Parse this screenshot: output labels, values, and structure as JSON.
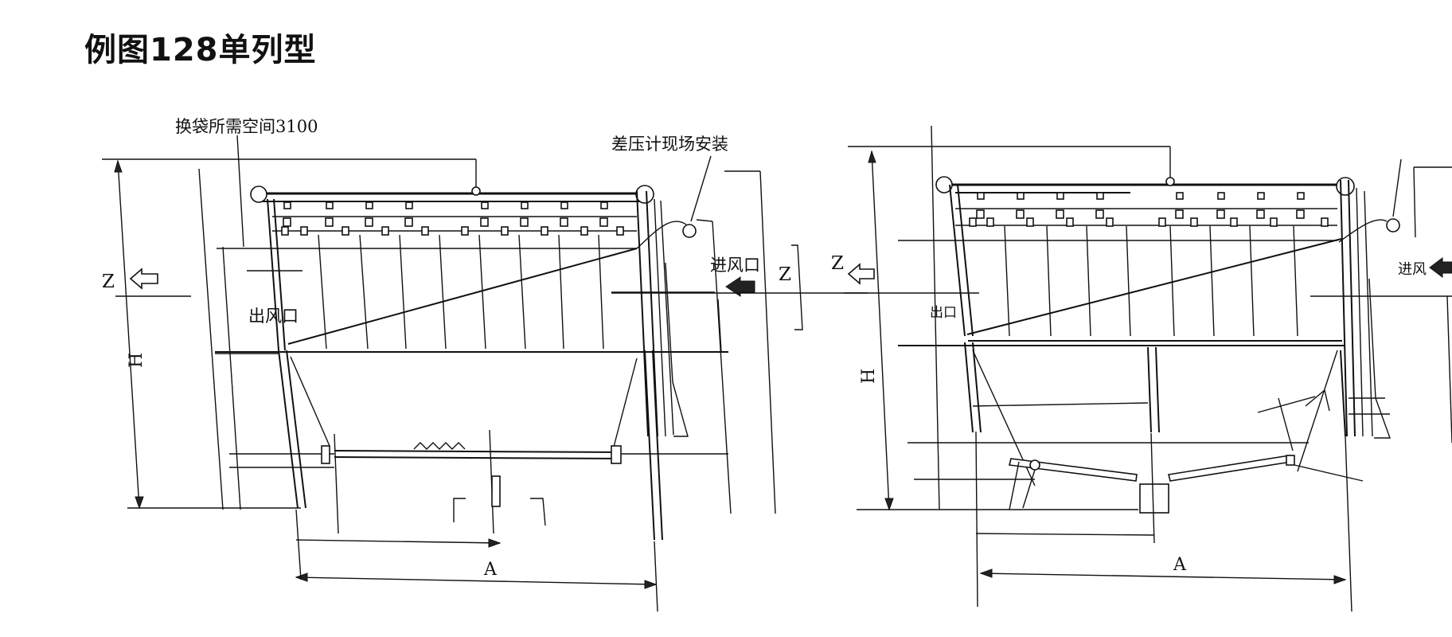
{
  "title": "例图128单列型",
  "left_view": {
    "label_bag_space": "换袋所需空间3100",
    "label_pressure_gauge": "差压计现场安装",
    "label_inlet": "进风口",
    "label_outlet": "出风口",
    "label_z_left": "Z",
    "label_z_right": "Z",
    "label_h": "H",
    "label_a": "A"
  },
  "right_view": {
    "label_z": "Z",
    "label_outlet": "出口",
    "label_inlet": "进风",
    "label_h": "H",
    "label_a": "A"
  }
}
